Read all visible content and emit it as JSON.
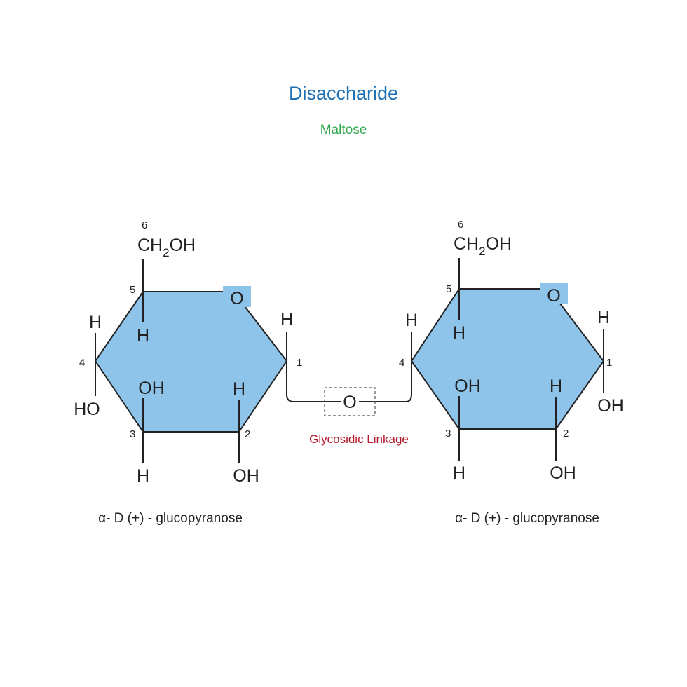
{
  "title": "Disaccharide",
  "subtitle": "Maltose",
  "linkage_label": "Glycosidic Linkage",
  "bridge_atom": "O",
  "colors": {
    "title": "#1f6fb3",
    "subtitle": "#2fa84f",
    "linkage": "#b5182b",
    "ring_fill": "#8ec4ea",
    "ring_edge": "#1b6db8"
  },
  "left_unit": {
    "ring_oxygen": "O",
    "c6_group": "CH",
    "c6_sub": "2",
    "c6_tail": "OH",
    "c5_h": "H",
    "c4_h": "H",
    "c4_oh": "HO",
    "c3_oh": "OH",
    "c3_h": "H",
    "c2_h": "H",
    "c2_oh": "OH",
    "c1_h": "H",
    "num_1": "1",
    "num_2": "2",
    "num_3": "3",
    "num_4": "4",
    "num_5": "5",
    "num_6": "6",
    "caption": "α- D (+) - glucopyranose"
  },
  "right_unit": {
    "ring_oxygen": "O",
    "c6_group": "CH",
    "c6_sub": "2",
    "c6_tail": "OH",
    "c5_h": "H",
    "c4_h": "H",
    "c3_oh": "OH",
    "c3_h": "H",
    "c2_h": "H",
    "c2_oh": "OH",
    "c1_h": "H",
    "c1_oh": "OH",
    "num_1": "1",
    "num_2": "2",
    "num_3": "3",
    "num_4": "4",
    "num_5": "5",
    "num_6": "6",
    "caption": "α- D (+) - glucopyranose"
  }
}
